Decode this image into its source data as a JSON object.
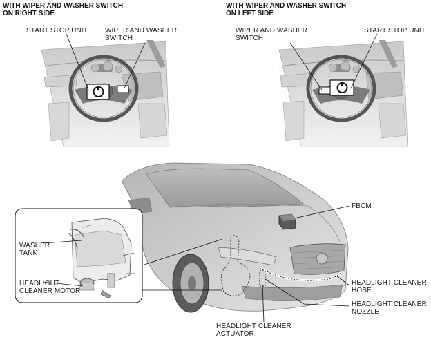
{
  "headings": {
    "right_side": "WITH WIPER AND WASHER SWITCH\nON RIGHT SIDE",
    "left_side": "WITH WIPER AND WASHER SWITCH\nON LEFT SIDE"
  },
  "callouts": {
    "start_stop_unit_right": "START STOP UNIT",
    "wiper_washer_switch_right": "WIPER AND WASHER\nSWITCH",
    "wiper_washer_switch_left": "WIPER AND WASHER\nSWITCH",
    "start_stop_unit_left": "START STOP UNIT",
    "fbcm": "FBCM",
    "washer_tank": "WASHER\nTANK",
    "headlight_cleaner_motor": "HEADLIGHT\nCLEANER MOTOR",
    "headlight_cleaner_hose": "HEADLIGHT CLEANER\nHOSE",
    "headlight_cleaner_nozzle": "HEADLIGHT CLEANER\nNOZZLE",
    "headlight_cleaner_actuator": "HEADLIGHT CLEANER\nACTUATOR"
  }
}
